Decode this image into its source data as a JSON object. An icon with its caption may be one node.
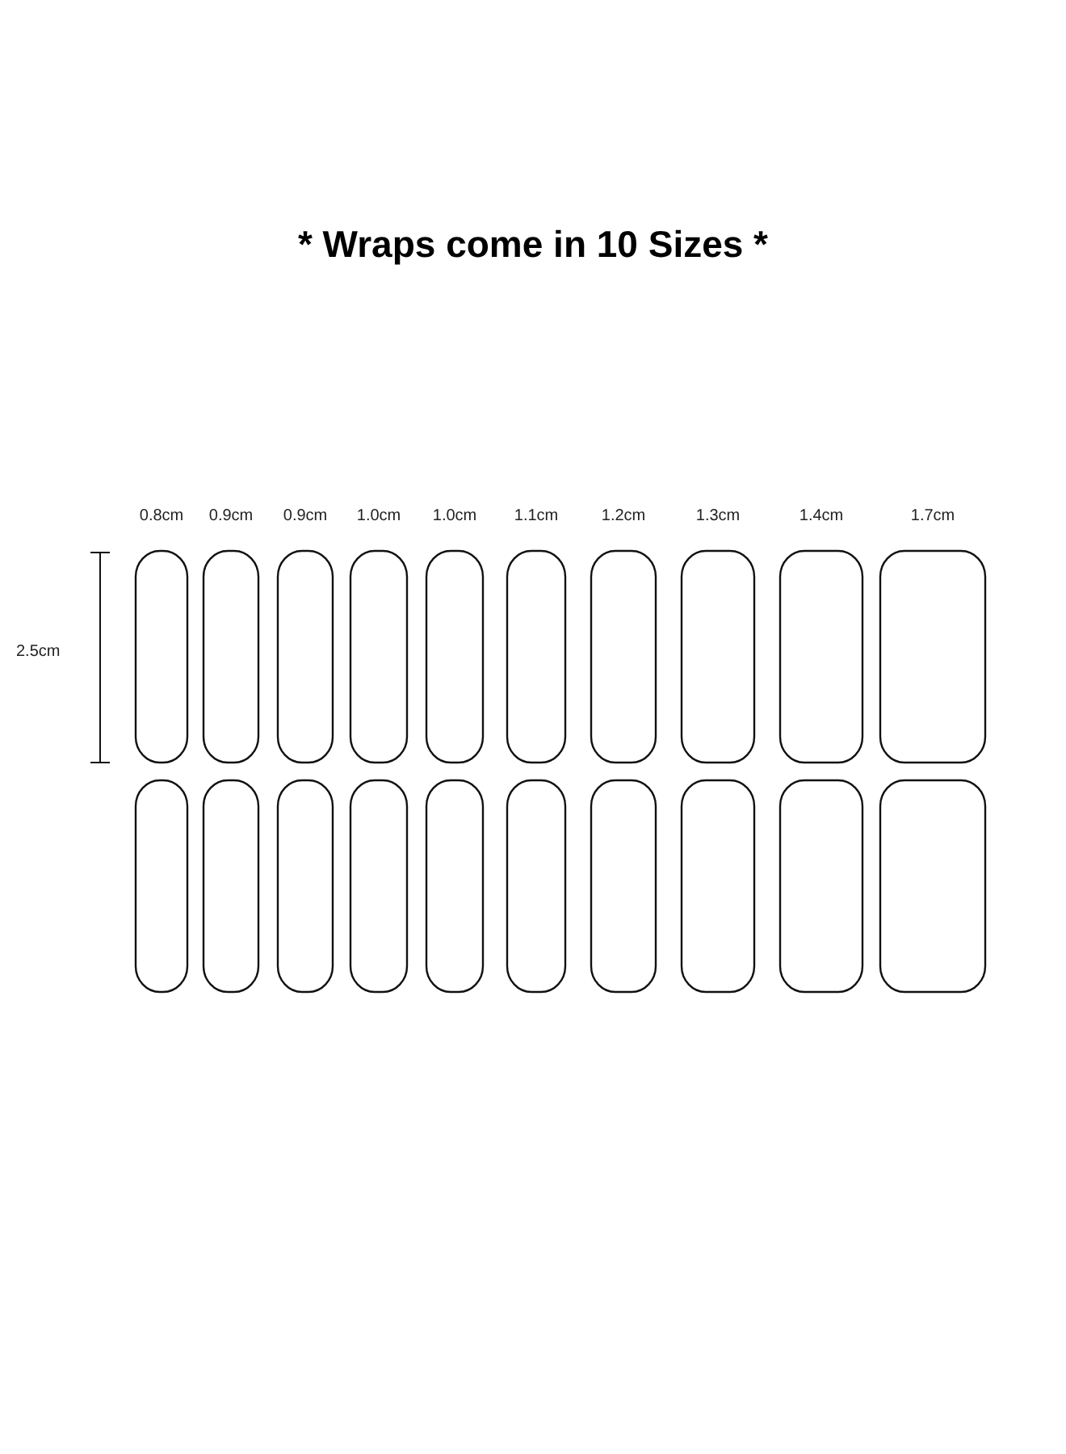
{
  "diagram": {
    "title": "* Wraps come in 10 Sizes *",
    "labels": [
      "0.8cm",
      "0.9cm",
      "0.9cm",
      "1.0cm",
      "1.0cm",
      "1.1cm",
      "1.2cm",
      "1.3cm",
      "1.4cm",
      "1.7cm",
      "2.5cm"
    ]
  }
}
